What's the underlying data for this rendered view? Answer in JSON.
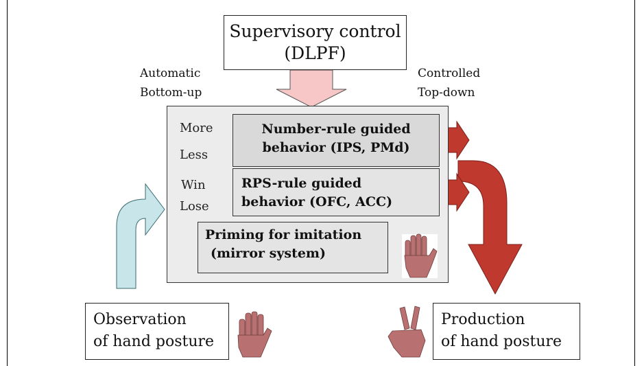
{
  "supervisory": {
    "line1": "Supervisory control",
    "line2": "(DLPF)"
  },
  "automatic": {
    "line1": "Automatic",
    "line2": "Bottom-up"
  },
  "controlled": {
    "line1": "Controlled",
    "line2": "Top-down"
  },
  "rule1": {
    "input_top": "More",
    "input_bottom": "Less",
    "line1": "Number-rule guided",
    "line2": "behavior (IPS, PMd)"
  },
  "rule2": {
    "input_top": "Win",
    "input_bottom": "Lose",
    "line1": "RPS-rule guided",
    "line2": "behavior (OFC, ACC)"
  },
  "rule3": {
    "line1": "Priming for imitation",
    "line2": "(mirror system)"
  },
  "observation": {
    "line1": "Observation",
    "line2": "of hand posture"
  },
  "production": {
    "line1": "Production",
    "line2": "of hand posture"
  },
  "colors": {
    "red_arrow": "#c0392f",
    "blue_arrow": "#c8e6ea",
    "pink_arrow": "#f7c6c7",
    "hand": "#b97070"
  }
}
